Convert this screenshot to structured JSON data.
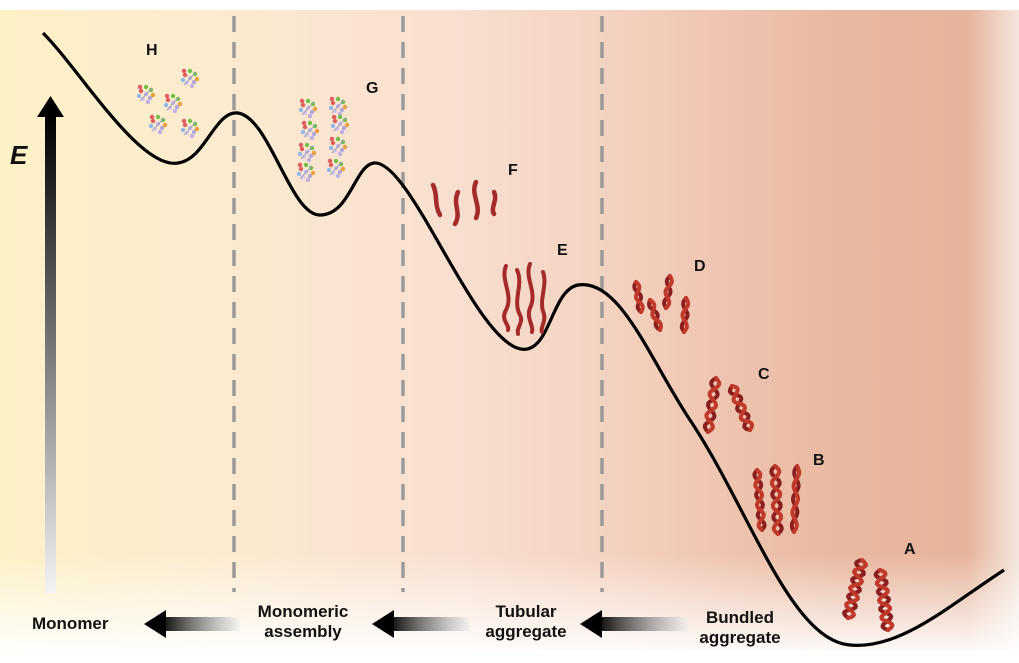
{
  "axis": {
    "label": "E"
  },
  "states": {
    "A": "A",
    "B": "B",
    "C": "C",
    "D": "D",
    "E": "E",
    "F": "F",
    "G": "G",
    "H": "H"
  },
  "stages": {
    "monomer": "Monomer",
    "monomeric_assembly_1": "Monomeric",
    "monomeric_assembly_2": "assembly",
    "tubular_1": "Tubular",
    "tubular_2": "aggregate",
    "bundled_1": "Bundled",
    "bundled_2": "aggregate"
  },
  "colors": {
    "fiber": "#a52a2a",
    "fiber_dark": "#6e1212",
    "curve": "#000000",
    "dash": "#9a9a9a",
    "bg_left": "#fdf0c8",
    "bg_right": "#e8b29a"
  }
}
